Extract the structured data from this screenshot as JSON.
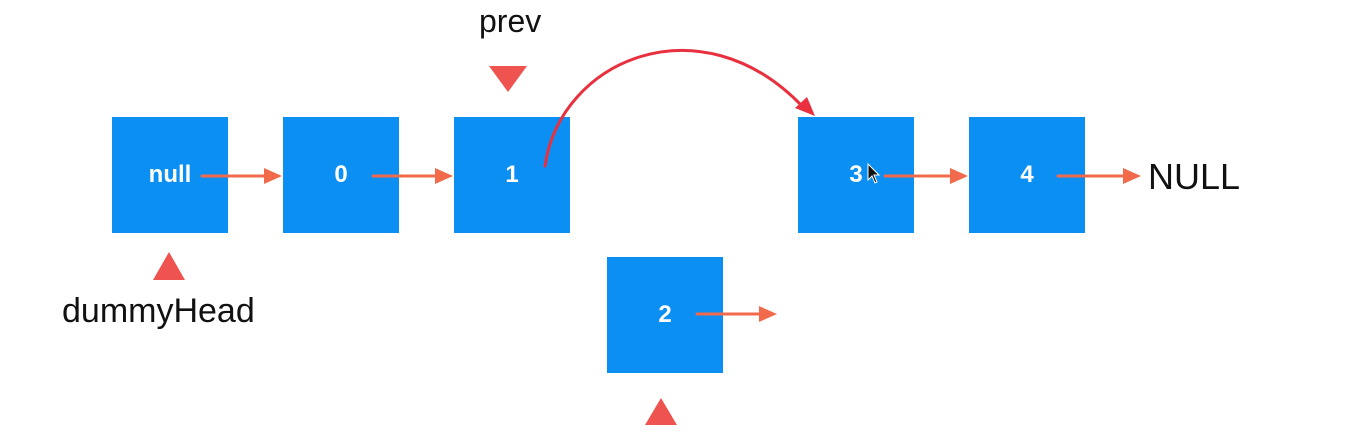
{
  "nodes": [
    {
      "id": "dummy",
      "label": "null"
    },
    {
      "id": "n0",
      "label": "0"
    },
    {
      "id": "n1",
      "label": "1"
    },
    {
      "id": "n3",
      "label": "3"
    },
    {
      "id": "n4",
      "label": "4"
    },
    {
      "id": "n2",
      "label": "2"
    }
  ],
  "null_label": "NULL",
  "pointers": {
    "prev": "prev",
    "dummy_head": "dummyHead"
  },
  "colors": {
    "node_fill": "#0b8ff2",
    "node_text": "#ffffff",
    "link_arrow": "#f06a4b",
    "relink_arrow": "#e8303e",
    "pointer_marker": "#ef5350",
    "label_text": "#111111"
  },
  "icons": {
    "cursor": "mouse-pointer-icon"
  }
}
